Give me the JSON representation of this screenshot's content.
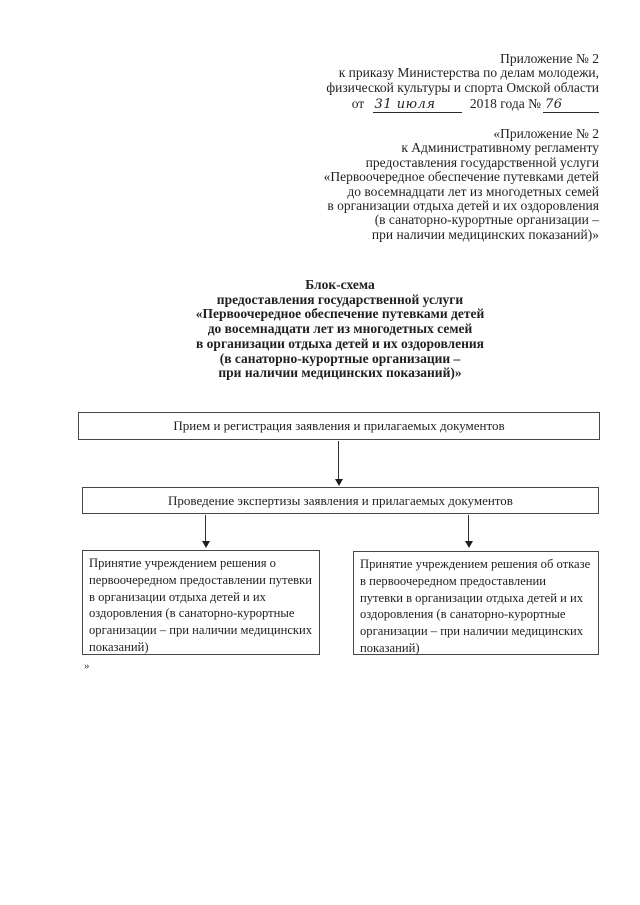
{
  "header_right": {
    "lines": [
      "Приложение № 2",
      "к приказу Министерства по делам молодежи,",
      "физической культуры и спорта Омской области"
    ],
    "date_line": {
      "prefix": "от",
      "handwritten_date": "31 июля",
      "year_text": "2018 года",
      "number_sign": "№",
      "handwritten_number": "76"
    }
  },
  "subheader": {
    "lines": [
      "«Приложение № 2",
      "к Административному регламенту",
      "предоставления государственной услуги",
      "«Первоочередное обеспечение путевками детей",
      "до восемнадцати лет из многодетных семей",
      "в организации отдыха детей и их оздоровления",
      "(в санаторно-курортные организации –",
      "при наличии медицинских показаний)»"
    ]
  },
  "title": {
    "lines": [
      "Блок-схема",
      "предоставления государственной услуги",
      "«Первоочередное обеспечение путевками детей",
      "до восемнадцати лет из многодетных семей",
      "в организации отдыха детей и их оздоровления",
      "(в санаторно-курортные организации –",
      "при наличии медицинских показаний)»"
    ]
  },
  "flowchart": {
    "step_reception": "Прием и регистрация заявления и прилагаемых документов",
    "step_expertise": "Проведение экспертизы заявления и прилагаемых документов",
    "decision_approve": "Принятие учреждением решения о первоочередном предоставлении путевки в организации отдыха детей и их оздоровления (в санаторно-курортные организации – при наличии медицинских показаний)",
    "decision_refuse": "Принятие учреждением решения об отказе в первоочередном предоставлении путевки в организации отдыха детей и их оздоровления (в санаторно-курортные организации – при наличии медицинских показаний)",
    "closing_quote_mark": "»"
  },
  "icons": {
    "flow_arrow_down": "▼"
  },
  "colors": {
    "ink": "#1f1f1f",
    "border": "#474747",
    "background": "#ffffff"
  }
}
